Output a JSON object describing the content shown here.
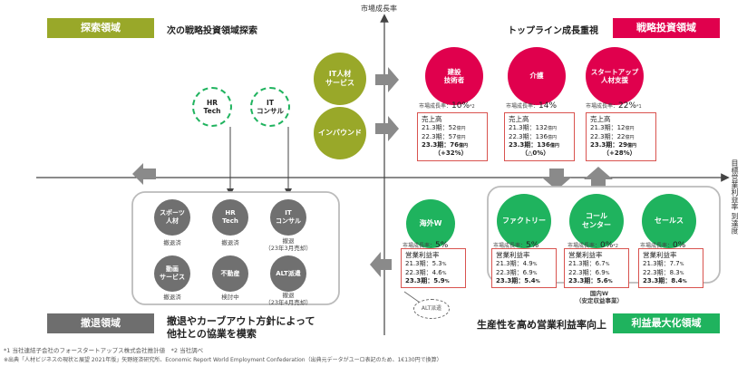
{
  "axes": {
    "y_label": "市場成長率",
    "x_label": "目標営業利益率 到達度"
  },
  "colors": {
    "lime": "#99a829",
    "red": "#e0004d",
    "green": "#1fb35e",
    "gray": "#707070"
  },
  "quadrants": {
    "top_left": {
      "label": "探索領域",
      "title": "次の戦略投資領域探索"
    },
    "top_right": {
      "label": "戦略投資領域",
      "title": "トップライン成長重視"
    },
    "bottom_left": {
      "label": "撤退領域",
      "title_line1": "撤退やカーブアウト方針によって",
      "title_line2": "他社との協業を模索"
    },
    "bottom_right": {
      "label": "利益最大化領域",
      "title": "生産性を高め営業利益率向上"
    }
  },
  "explore": {
    "it_hr": "IT人材\nサービス",
    "inbound": "インバウンド",
    "hr_tech": "HR\nTech",
    "it_consul": "IT\nコンサル"
  },
  "strategic": [
    {
      "name": "建設\n技術者",
      "growth_prefix": "市場成長率：",
      "growth": "10%",
      "note": "*2",
      "box_title": "売上高",
      "r1": "21.3期：52",
      "r2": "22.3期：57",
      "r3": "23.3期：76",
      "unit": "億円",
      "change": "（+32%）"
    },
    {
      "name": "介護",
      "growth_prefix": "市場成長率：",
      "growth": "14%",
      "note": "",
      "box_title": "売上高",
      "r1": "21.3期：132",
      "r2": "22.3期：136",
      "r3": "23.3期：136",
      "unit": "億円",
      "change": "（△0%）"
    },
    {
      "name": "スタートアップ\n人材支援",
      "growth_prefix": "市場成長率：",
      "growth": "22%",
      "note": "*1",
      "box_title": "売上高",
      "r1": "21.3期：12",
      "r2": "22.3期：22",
      "r3": "23.3期：29",
      "unit": "億円",
      "change": "（+28%）"
    }
  ],
  "profit": [
    {
      "name": "海外W",
      "growth_prefix": "市場成長率：",
      "growth": "5%",
      "box_title": "営業利益率",
      "r1": "21.3期：5.3",
      "r2": "22.3期：4.6",
      "r3": "23.3期：5.9",
      "unit": "%"
    },
    {
      "name": "ファクトリー",
      "growth_prefix": "市場成長率：",
      "growth": "5%",
      "box_title": "営業利益率",
      "r1": "21.3期：4.9",
      "r2": "22.3期：6.9",
      "r3": "23.3期：5.4",
      "unit": "%"
    },
    {
      "name": "コール\nセンター",
      "growth_prefix": "市場成長率：",
      "growth": "0%",
      "note": "*2",
      "box_title": "営業利益率",
      "r1": "21.3期：6.7",
      "r2": "22.3期：6.9",
      "r3": "23.3期：5.6",
      "unit": "%"
    },
    {
      "name": "セールス",
      "growth_prefix": "市場成長率：",
      "growth": "0%",
      "box_title": "営業利益率",
      "r1": "21.3期：7.7",
      "r2": "22.3期：8.3",
      "r3": "23.3期：8.4",
      "unit": "%"
    }
  ],
  "domestic_w": "国内W\n（安定収益事業）",
  "alt_dispatch": "ALT派遣",
  "exit": [
    {
      "name": "スポーツ\n人材",
      "status": "撤退済"
    },
    {
      "name": "HR\nTech",
      "status": "撤退済"
    },
    {
      "name": "IT\nコンサル",
      "status": "撤退\n（23年3月売却）"
    },
    {
      "name": "動画\nサービス",
      "status": "撤退済"
    },
    {
      "name": "不動産",
      "status": "検討中"
    },
    {
      "name": "ALT派遣",
      "status": "撤退\n（23年4月売却）"
    }
  ],
  "footer": {
    "line1": "*1 当社連結子会社のフォースタートアップス株式会社推計値　*2 当社調べ",
    "line2": "※出典「人材ビジネスの現状と展望 2021年版」矢野経済研究所、Economic Report World Employment Confederation（出典元データがユーロ表記のため、1€130円で換算）"
  }
}
